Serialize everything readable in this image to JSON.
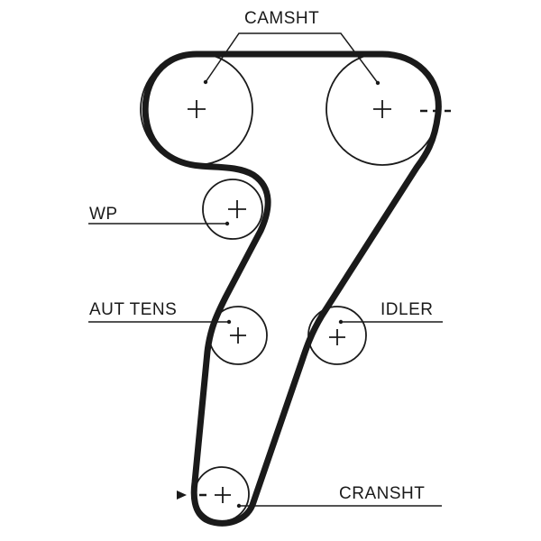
{
  "labels": {
    "camshaft": "CAMSHT",
    "water_pump": "WP",
    "auto_tensioner": "AUT TENS",
    "idler": "IDLER",
    "crankshaft": "CRANSHT"
  },
  "colors": {
    "belt": "#1a1a1a",
    "pulley_outline": "#1a1a1a",
    "leader_line": "#1a1a1a",
    "background": "#ffffff"
  }
}
